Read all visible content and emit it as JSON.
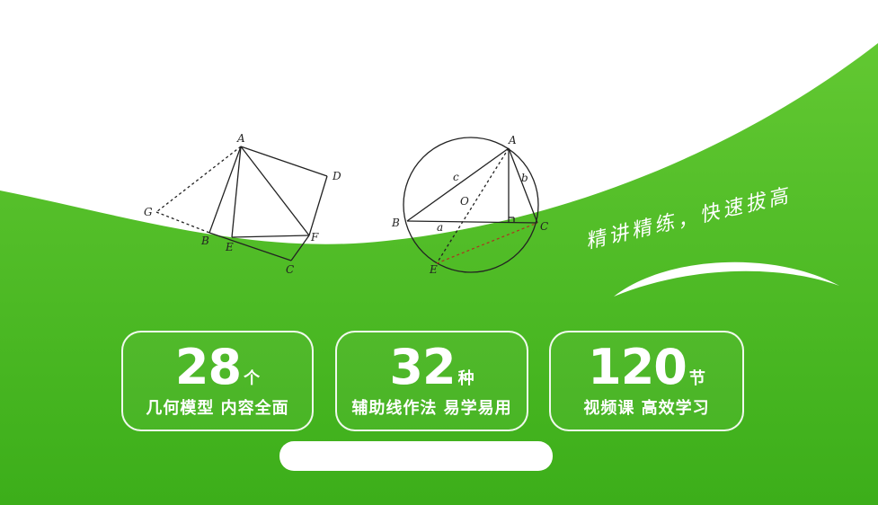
{
  "slogan": "精讲精练，快速拔高",
  "stats": [
    {
      "number": "28",
      "unit": "个",
      "caption": "几何模型 内容全面"
    },
    {
      "number": "32",
      "unit": "种",
      "caption": "辅助线作法 易学易用"
    },
    {
      "number": "120",
      "unit": "节",
      "caption": "视频课 高效学习"
    }
  ],
  "figure1_labels": {
    "A": "A",
    "B": "B",
    "C": "C",
    "D": "D",
    "E": "E",
    "F": "F",
    "G": "G"
  },
  "figure2_labels": {
    "A": "A",
    "B": "B",
    "C": "C",
    "E": "E",
    "O": "O",
    "a": "a",
    "b": "b",
    "c": "c"
  },
  "colors": {
    "green_light": "#7ed23a",
    "green_dark": "#3fb51c",
    "white": "#ffffff"
  }
}
